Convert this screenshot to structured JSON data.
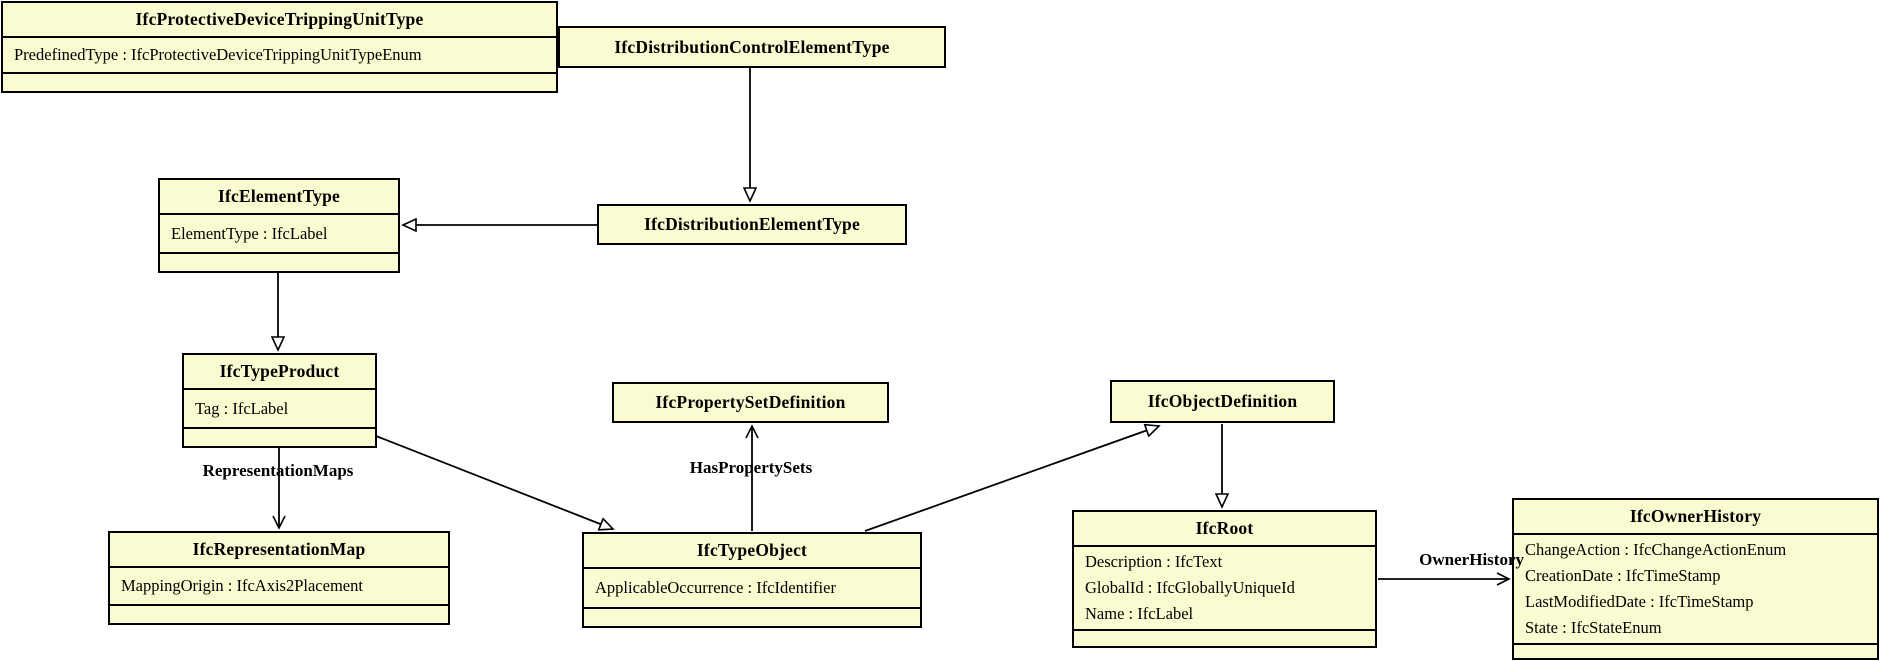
{
  "diagram": {
    "kind": "uml-class-diagram",
    "colors": {
      "box_fill": "#FBFBD2",
      "box_border": "#000000",
      "edge_stroke": "#000000",
      "background": "#FFFFFF"
    }
  },
  "classes": [
    {
      "title": "IfcProtectiveDeviceTrippingUnitType",
      "attributes": [
        "PredefinedType : IfcProtectiveDeviceTrippingUnitTypeEnum"
      ]
    },
    {
      "title": "IfcDistributionControlElementType",
      "attributes": []
    },
    {
      "title": "IfcElementType",
      "attributes": [
        "ElementType : IfcLabel"
      ]
    },
    {
      "title": "IfcDistributionElementType",
      "attributes": []
    },
    {
      "title": "IfcTypeProduct",
      "attributes": [
        "Tag : IfcLabel"
      ]
    },
    {
      "title": "IfcPropertySetDefinition",
      "attributes": []
    },
    {
      "title": "IfcObjectDefinition",
      "attributes": []
    },
    {
      "title": "IfcRepresentationMap",
      "attributes": [
        "MappingOrigin : IfcAxis2Placement"
      ]
    },
    {
      "title": "IfcTypeObject",
      "attributes": [
        "ApplicableOccurrence : IfcIdentifier"
      ]
    },
    {
      "title": "IfcRoot",
      "attributes": [
        "Description : IfcText",
        "GlobalId : IfcGloballyUniqueId",
        "Name : IfcLabel"
      ]
    },
    {
      "title": "IfcOwnerHistory",
      "attributes": [
        "ChangeAction : IfcChangeActionEnum",
        "CreationDate : IfcTimeStamp",
        "LastModifiedDate : IfcTimeStamp",
        "State : IfcStateEnum"
      ]
    }
  ],
  "edges": [
    {
      "from": "IfcDistributionControlElementType",
      "to": "IfcDistributionElementType",
      "type": "generalization",
      "label": ""
    },
    {
      "from": "IfcDistributionElementType",
      "to": "IfcElementType",
      "type": "generalization",
      "label": ""
    },
    {
      "from": "IfcElementType",
      "to": "IfcTypeProduct",
      "type": "generalization",
      "label": ""
    },
    {
      "from": "IfcTypeProduct",
      "to": "IfcRepresentationMap",
      "type": "association",
      "label": "RepresentationMaps"
    },
    {
      "from": "IfcTypeProduct",
      "to": "IfcTypeObject",
      "type": "generalization",
      "label": ""
    },
    {
      "from": "IfcTypeObject",
      "to": "IfcPropertySetDefinition",
      "type": "association",
      "label": "HasPropertySets"
    },
    {
      "from": "IfcTypeObject",
      "to": "IfcObjectDefinition",
      "type": "generalization",
      "label": ""
    },
    {
      "from": "IfcObjectDefinition",
      "to": "IfcRoot",
      "type": "generalization",
      "label": ""
    },
    {
      "from": "IfcRoot",
      "to": "IfcOwnerHistory",
      "type": "association",
      "label": "OwnerHistory"
    }
  ]
}
